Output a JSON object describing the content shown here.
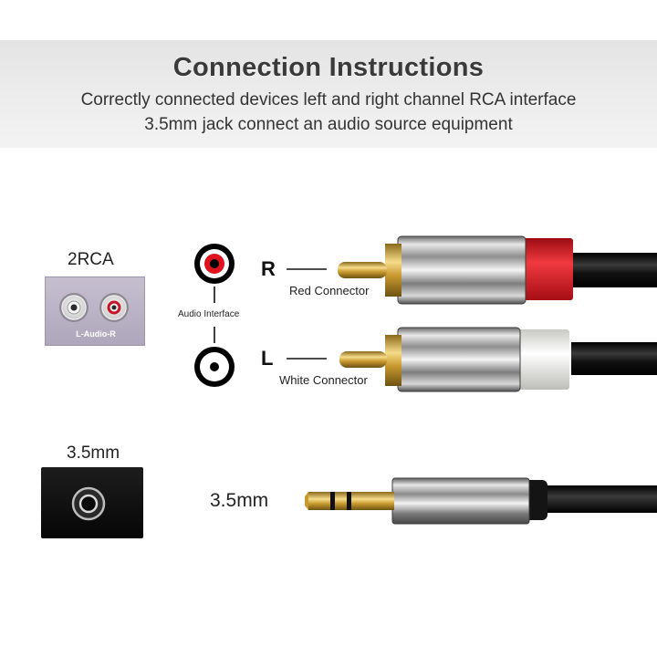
{
  "header": {
    "title": "Connection Instructions",
    "line1": "Correctly connected devices left and right channel RCA interface",
    "line2": "3.5mm jack connect an audio source equipment"
  },
  "rca": {
    "label": "2RCA",
    "panel_text": "L-Audio-R"
  },
  "audio_interface": {
    "label": "Audio Interface"
  },
  "connectors": [
    {
      "letter": "R",
      "name": "Red Connector",
      "color": "#e0141e"
    },
    {
      "letter": "L",
      "name": "White Connector",
      "color": "#f2f2f0"
    }
  ],
  "jack": {
    "label": "3.5mm",
    "plug_label": "3.5mm"
  },
  "colors": {
    "gold": "#d9b24a",
    "chrome": "#a8a8a8",
    "cable": "#111111",
    "red": "#e0141e",
    "white": "#f2f2f0"
  }
}
